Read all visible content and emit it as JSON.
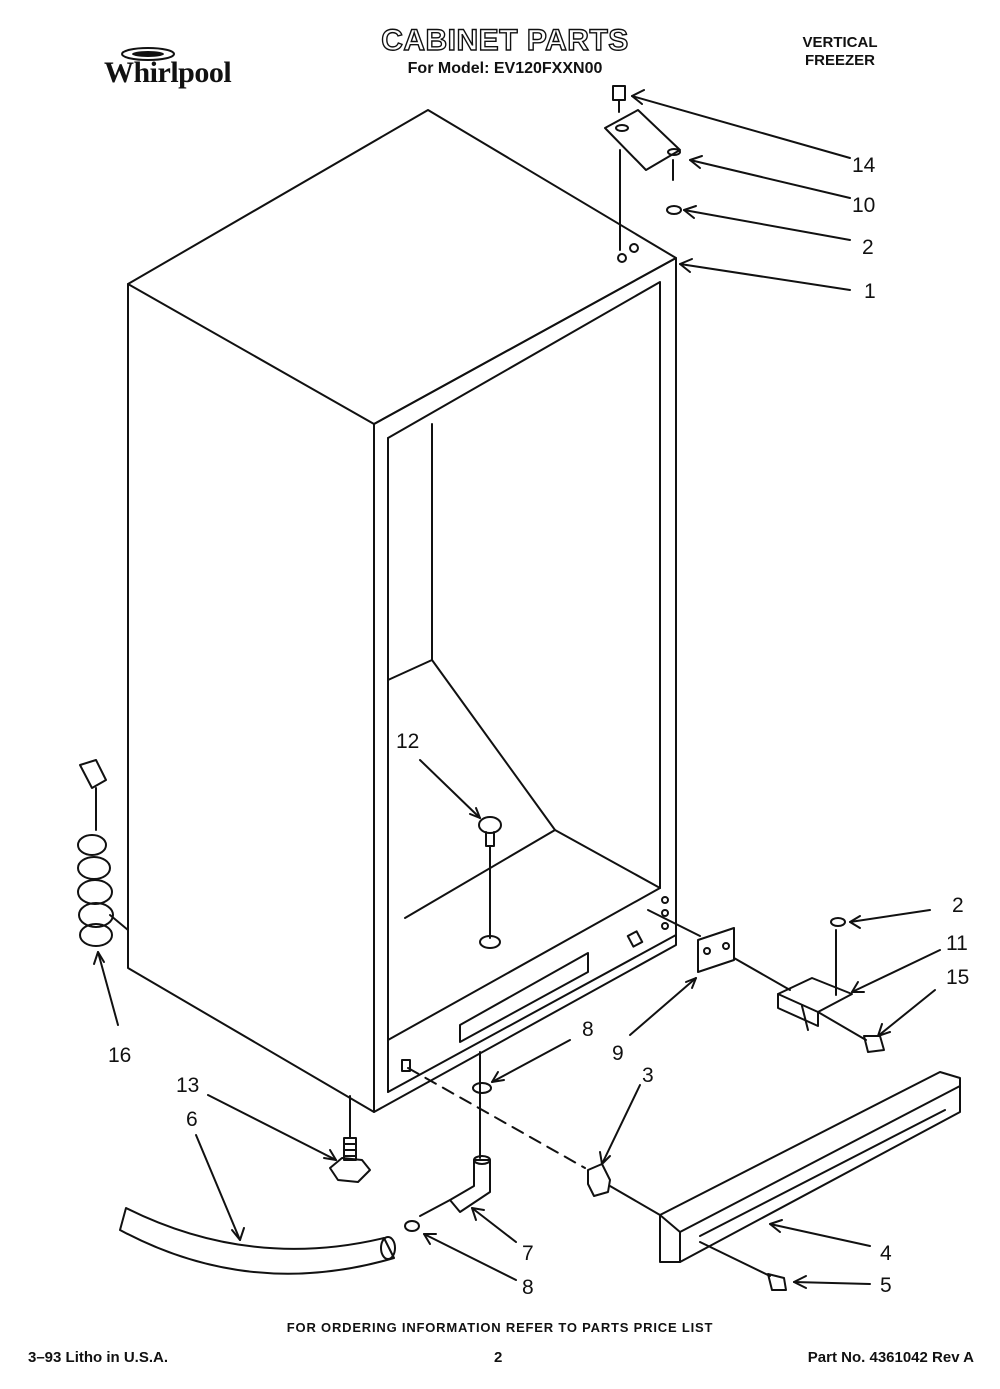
{
  "header": {
    "brand": "Whirlpool",
    "title": "CABINET PARTS",
    "model": "For Model: EV120FXXN00",
    "product_line1": "VERTICAL",
    "product_line2": "FREEZER"
  },
  "callouts": [
    {
      "id": "14",
      "label": "14"
    },
    {
      "id": "10",
      "label": "10"
    },
    {
      "id": "2a",
      "label": "2"
    },
    {
      "id": "1",
      "label": "1"
    },
    {
      "id": "12",
      "label": "12"
    },
    {
      "id": "16",
      "label": "16"
    },
    {
      "id": "2b",
      "label": "2"
    },
    {
      "id": "11",
      "label": "11"
    },
    {
      "id": "15",
      "label": "15"
    },
    {
      "id": "9",
      "label": "9"
    },
    {
      "id": "8a",
      "label": "8"
    },
    {
      "id": "3",
      "label": "3"
    },
    {
      "id": "13",
      "label": "13"
    },
    {
      "id": "6",
      "label": "6"
    },
    {
      "id": "7",
      "label": "7"
    },
    {
      "id": "8b",
      "label": "8"
    },
    {
      "id": "4",
      "label": "4"
    },
    {
      "id": "5",
      "label": "5"
    }
  ],
  "footer": {
    "note": "FOR ORDERING INFORMATION REFER TO PARTS PRICE LIST",
    "litho": "3–93 Litho in U.S.A.",
    "page": "2",
    "part_no": "Part No. 4361042 Rev A"
  },
  "colors": {
    "line": "#111111",
    "background": "#ffffff"
  }
}
